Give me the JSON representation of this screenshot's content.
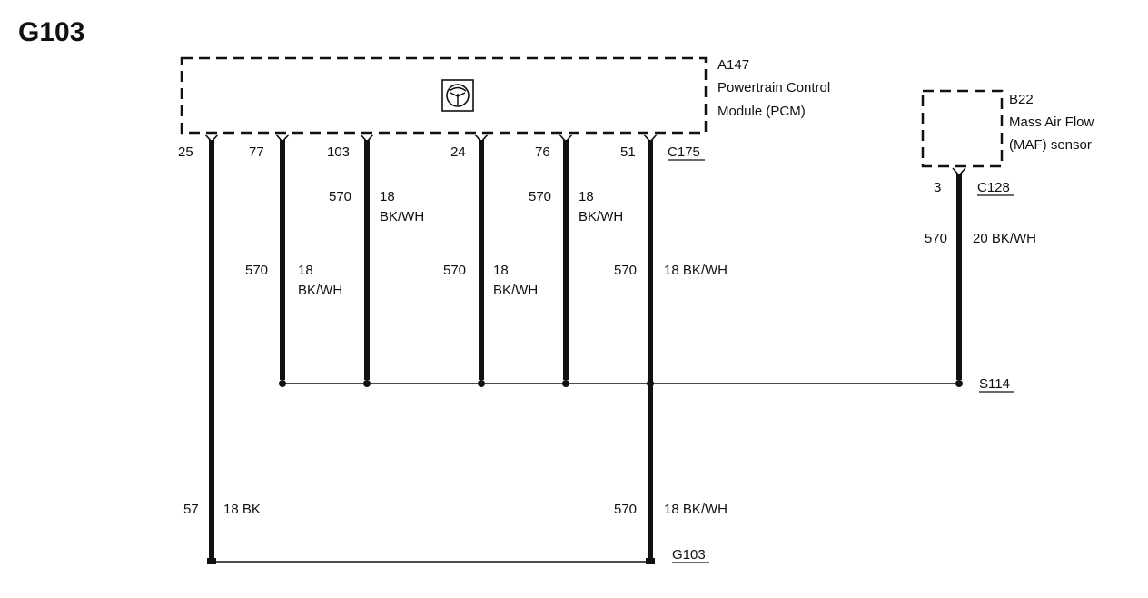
{
  "page_title": "G103",
  "pcm": {
    "ref": "A147",
    "name_line1": "Powertrain Control",
    "name_line2": "Module (PCM)",
    "connector": "C175",
    "icon": "steering-wheel-icon"
  },
  "maf": {
    "ref": "B22",
    "name_line1": "Mass Air Flow",
    "name_line2": "(MAF) sensor",
    "connector": "C128",
    "pin": "3",
    "circuit": "570",
    "wire_line1": "20 BK/WH"
  },
  "splice": "S114",
  "ground": "G103",
  "pins": [
    {
      "pin": "25",
      "circuit": "57",
      "wire_line1": "18 BK",
      "wire_line2": ""
    },
    {
      "pin": "77",
      "circuit": "570",
      "wire_line1": "18",
      "wire_line2": "BK/WH"
    },
    {
      "pin": "103",
      "circuit": "570",
      "wire_line1": "18",
      "wire_line2": "BK/WH"
    },
    {
      "pin": "24",
      "circuit": "570",
      "wire_line1": "18",
      "wire_line2": "BK/WH"
    },
    {
      "pin": "76",
      "circuit": "570",
      "wire_line1": "18",
      "wire_line2": "BK/WH"
    },
    {
      "pin": "51",
      "circuit": "570",
      "wire_line1": "18 BK/WH",
      "wire_line2": ""
    }
  ],
  "ground_wire": {
    "circuit": "570",
    "wire_line1": "18 BK/WH"
  }
}
